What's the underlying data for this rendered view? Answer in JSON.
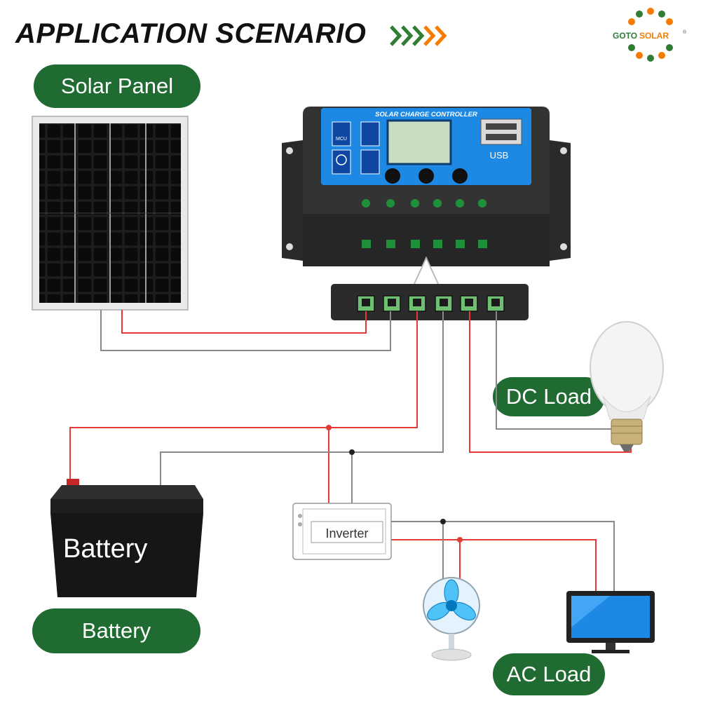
{
  "header": {
    "title": "APPLICATION SCENARIO",
    "chevron_colors": [
      "#2e7d32",
      "#f57c00"
    ]
  },
  "logo": {
    "text_goto": "GOTO",
    "text_solar": "SOLAR",
    "mark": "®",
    "dot_colors": [
      "#2e7d32",
      "#f57c00"
    ]
  },
  "labels": {
    "solar_panel": "Solar Panel",
    "battery": "Battery",
    "dc_load": "DC Load",
    "ac_load": "AC Load"
  },
  "controller": {
    "title": "SOLAR CHARGE CONTROLLER",
    "btn_mcu": "MCU",
    "usb": "USB"
  },
  "battery_body_text": "Battery",
  "inverter_text": "Inverter",
  "colors": {
    "label_bg": "#1f6b32",
    "positive_wire": "#e53935",
    "negative_wire": "#6d6d6d",
    "controller_face": "#1e88e5"
  }
}
